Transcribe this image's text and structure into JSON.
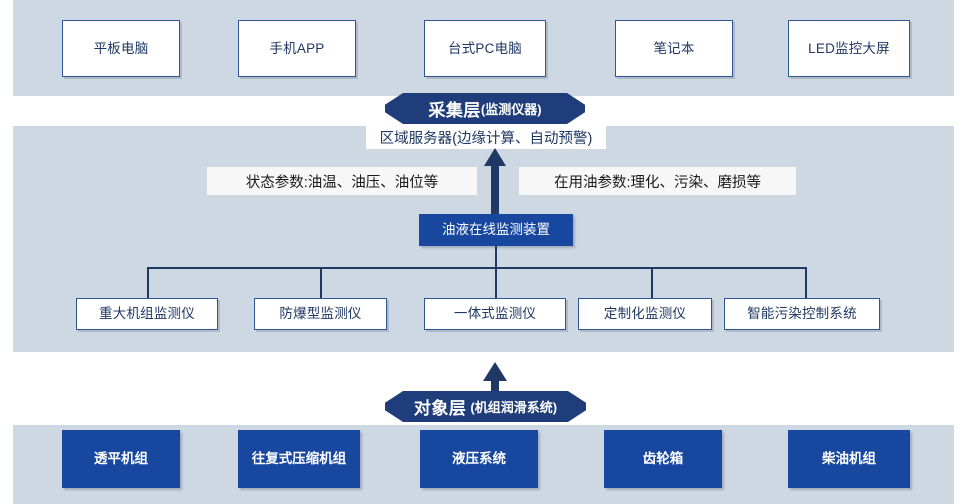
{
  "colors": {
    "band_bg": "#ced8e2",
    "box_border": "#2f5597",
    "box_text": "#1f3864",
    "filled_box": "#17479e",
    "badge": "#1f3d7a",
    "line": "#1f3864",
    "page_bg": "#ffffff"
  },
  "top_layer": {
    "terminals": [
      {
        "label": "平板电脑"
      },
      {
        "label": "手机APP"
      },
      {
        "label": "台式PC电脑"
      },
      {
        "label": "笔记本"
      },
      {
        "label": "LED监控大屏"
      }
    ]
  },
  "collection_layer": {
    "badge_main": "采集层",
    "badge_sub": "(监测仪器)",
    "server_label": "区域服务器(边缘计算、自动预警)",
    "param_left": "状态参数:油温、油压、油位等",
    "param_right": "在用油参数:理化、污染、磨损等",
    "device_label": "油液在线监测装置",
    "monitors": [
      {
        "label": "重大机组监测仪"
      },
      {
        "label": "防爆型监测仪"
      },
      {
        "label": "一体式监测仪"
      },
      {
        "label": "定制化监测仪"
      },
      {
        "label": "智能污染控制系统"
      }
    ]
  },
  "object_layer": {
    "badge_main": "对象层",
    "badge_sub": "(机组润滑系统)",
    "equipment": [
      {
        "label": "透平机组"
      },
      {
        "label": "往复式压缩机组"
      },
      {
        "label": "液压系统"
      },
      {
        "label": "齿轮箱"
      },
      {
        "label": "柴油机组"
      }
    ]
  }
}
